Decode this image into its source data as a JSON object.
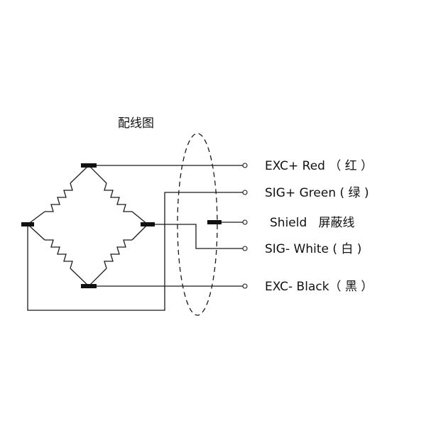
{
  "title": "配线图",
  "connections": [
    {
      "id": "exc-plus",
      "label": "EXC+ Red （ 红 ）"
    },
    {
      "id": "sig-plus",
      "label": "SIG+ Green (  绿 )"
    },
    {
      "id": "shield",
      "label": "Shield   屏蔽线"
    },
    {
      "id": "sig-minus",
      "label": "SIG- White (  白 )"
    },
    {
      "id": "exc-minus",
      "label": "EXC- Black（ 黑 ）"
    }
  ],
  "colors": {
    "line": "#1a1a1a",
    "background": "#ffffff"
  }
}
